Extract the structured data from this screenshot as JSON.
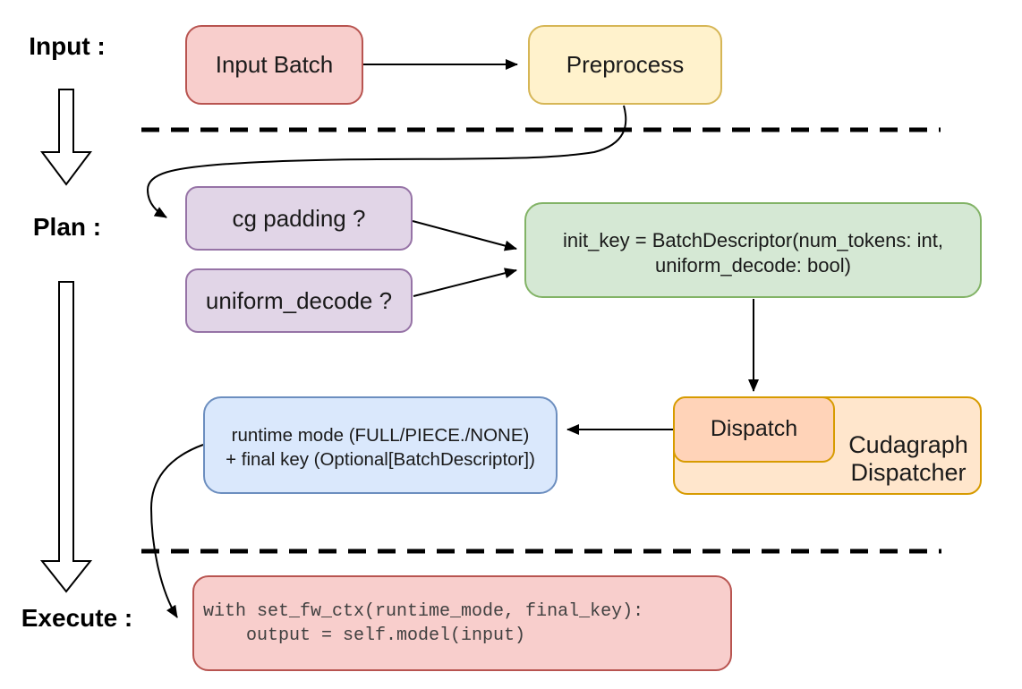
{
  "labels": {
    "input": "Input :",
    "plan": "Plan :",
    "execute": "Execute :"
  },
  "boxes": {
    "input_batch": {
      "label": "Input Batch"
    },
    "preprocess": {
      "label": "Preprocess"
    },
    "cg_padding": {
      "label": "cg padding ?"
    },
    "uniform_decode": {
      "label": "uniform_decode ?"
    },
    "init_key": {
      "line1": "init_key = BatchDescriptor(num_tokens: int,",
      "line2": "uniform_decode: bool)"
    },
    "dispatch": {
      "label": "Dispatch"
    },
    "dispatcher": {
      "line1": "Cudagraph",
      "line2": "Dispatcher"
    },
    "runtime_mode": {
      "line1": "runtime mode (FULL/PIECE./NONE)",
      "line2": "+ final key (Optional[BatchDescriptor])"
    },
    "execute_code": {
      "line1": "with set_fw_ctx(runtime_mode, final_key):",
      "line2": "    output = self.model(input)"
    }
  },
  "colors": {
    "red_fill": "#f8cecc",
    "red_stroke": "#b85450",
    "yellow_fill": "#fff2cc",
    "yellow_stroke": "#d6b656",
    "purple_fill": "#e1d5e7",
    "purple_stroke": "#9673a6",
    "green_fill": "#d5e8d4",
    "green_stroke": "#82b366",
    "orange_fill": "#ffe6cc",
    "orange_inner_fill": "#ffd3b8",
    "orange_stroke": "#d79b00",
    "blue_fill": "#dae8fc",
    "blue_stroke": "#6c8ebf",
    "connector": "#000000",
    "code_text": "#404040"
  }
}
